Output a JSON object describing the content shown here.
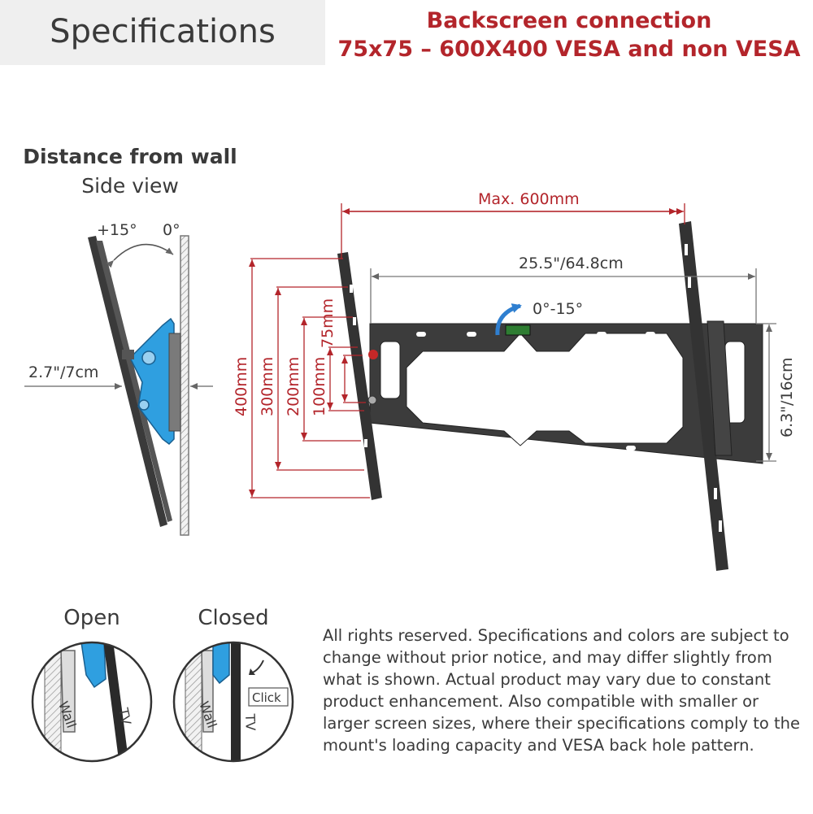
{
  "header": {
    "title": "Specifications",
    "connection_line1": "Backscreen connection",
    "connection_line2": "75x75 – 600X400 VESA and non VESA"
  },
  "side_view": {
    "title": "Distance from wall",
    "subtitle": "Side view",
    "tilt_max": "+15°",
    "tilt_min": "0°",
    "distance": "2.7\"/7cm"
  },
  "front_view": {
    "max_width": "Max. 600mm",
    "mount_width": "25.5\"/64.8cm",
    "tilt_range": "0°-15°",
    "mount_height": "6.3\"/16cm",
    "vesa_heights": [
      "400mm",
      "300mm",
      "200mm",
      "100mm",
      "75mm"
    ]
  },
  "lock_views": {
    "open_label": "Open",
    "closed_label": "Closed",
    "wall_label": "Wall",
    "tv_label": "TV",
    "click_label": "Click"
  },
  "disclaimer": "All rights reserved. Specifications and colors are subject to change without prior notice, and may differ slightly from what is shown. Actual product may vary due to constant product enhancement. Also compatible with smaller or larger screen sizes, where their specifications comply to the mount's loading capacity and VESA back hole pattern.",
  "colors": {
    "accent_red": "#b3252b",
    "mount_blue": "#2f9fe0",
    "mount_dark": "#333333"
  }
}
